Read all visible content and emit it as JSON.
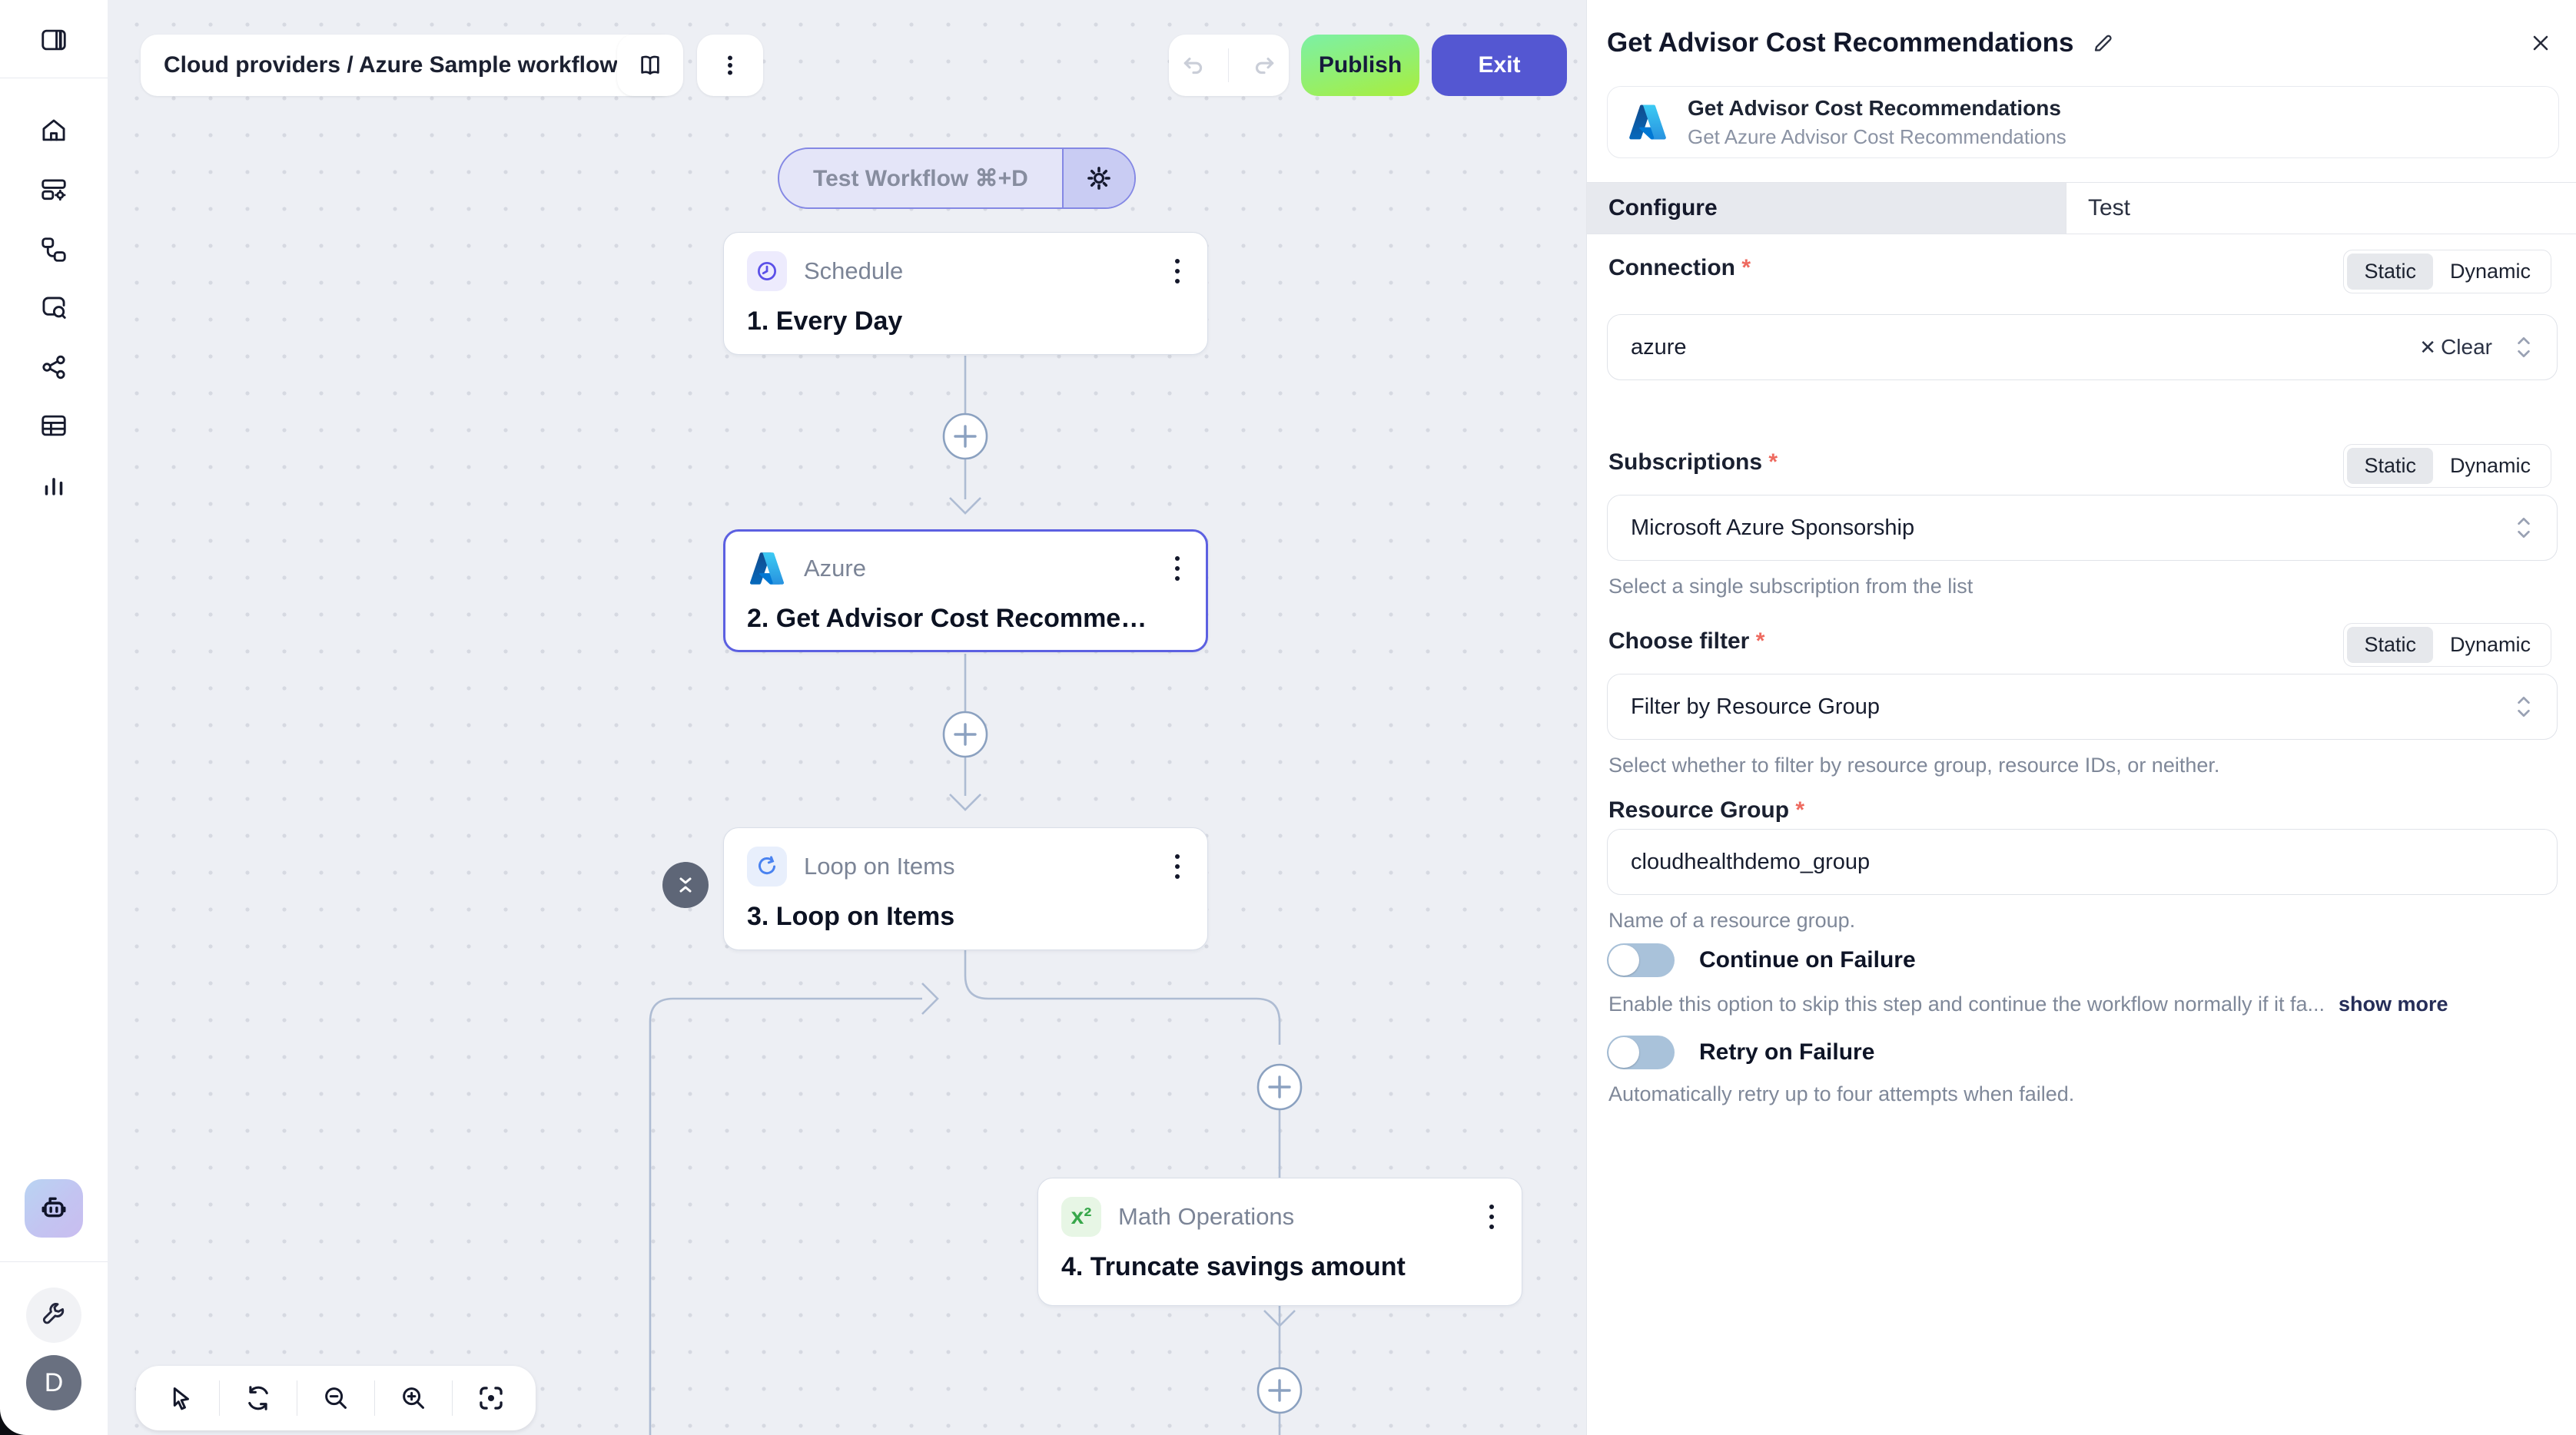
{
  "topbar": {
    "breadcrumb": "Cloud providers / Azure Sample workflow",
    "publish_label": "Publish",
    "exit_label": "Exit",
    "test_workflow_label": "Test Workflow ⌘+D"
  },
  "canvas": {
    "nodes": [
      {
        "app": "Schedule",
        "title": "1. Every Day"
      },
      {
        "app": "Azure",
        "title": "2. Get Advisor Cost Recomme…"
      },
      {
        "app": "Loop on Items",
        "title": "3. Loop on Items"
      },
      {
        "app": "Math Operations",
        "title": "4. Truncate savings amount"
      }
    ],
    "math_icon_glyph": "x²"
  },
  "panel": {
    "title": "Get Advisor Cost Recommendations",
    "app_card": {
      "name": "Get Advisor Cost Recommendations",
      "description": "Get Azure Advisor Cost Recommendations"
    },
    "tabs": {
      "configure": "Configure",
      "test": "Test"
    },
    "controls": {
      "static": "Static",
      "dynamic": "Dynamic",
      "required_mark": "*",
      "clear_label": "Clear",
      "clear_icon": "✕"
    },
    "connection": {
      "label": "Connection",
      "value": "azure"
    },
    "subscriptions": {
      "label": "Subscriptions",
      "value": "Microsoft Azure Sponsorship",
      "helper": "Select a single subscription from the list"
    },
    "choose_filter": {
      "label": "Choose filter",
      "value": "Filter by Resource Group",
      "helper": "Select whether to filter by resource group, resource IDs, or neither."
    },
    "resource_group": {
      "label": "Resource Group",
      "value": "cloudhealthdemo_group",
      "helper": "Name of a resource group."
    },
    "continue_on_failure": {
      "label": "Continue on Failure",
      "helper": "Enable this option to skip this step and continue the workflow normally if it fa...",
      "show_more": "show more"
    },
    "retry_on_failure": {
      "label": "Retry on Failure",
      "helper": "Automatically retry up to four attempts when failed."
    }
  },
  "sidebar": {
    "avatar_initial": "D",
    "icons": [
      "panel-toggle",
      "home",
      "apps-gear",
      "workflow",
      "search-case",
      "share",
      "table",
      "bar-chart",
      "robot-builder",
      "wrench",
      "avatar"
    ]
  }
}
